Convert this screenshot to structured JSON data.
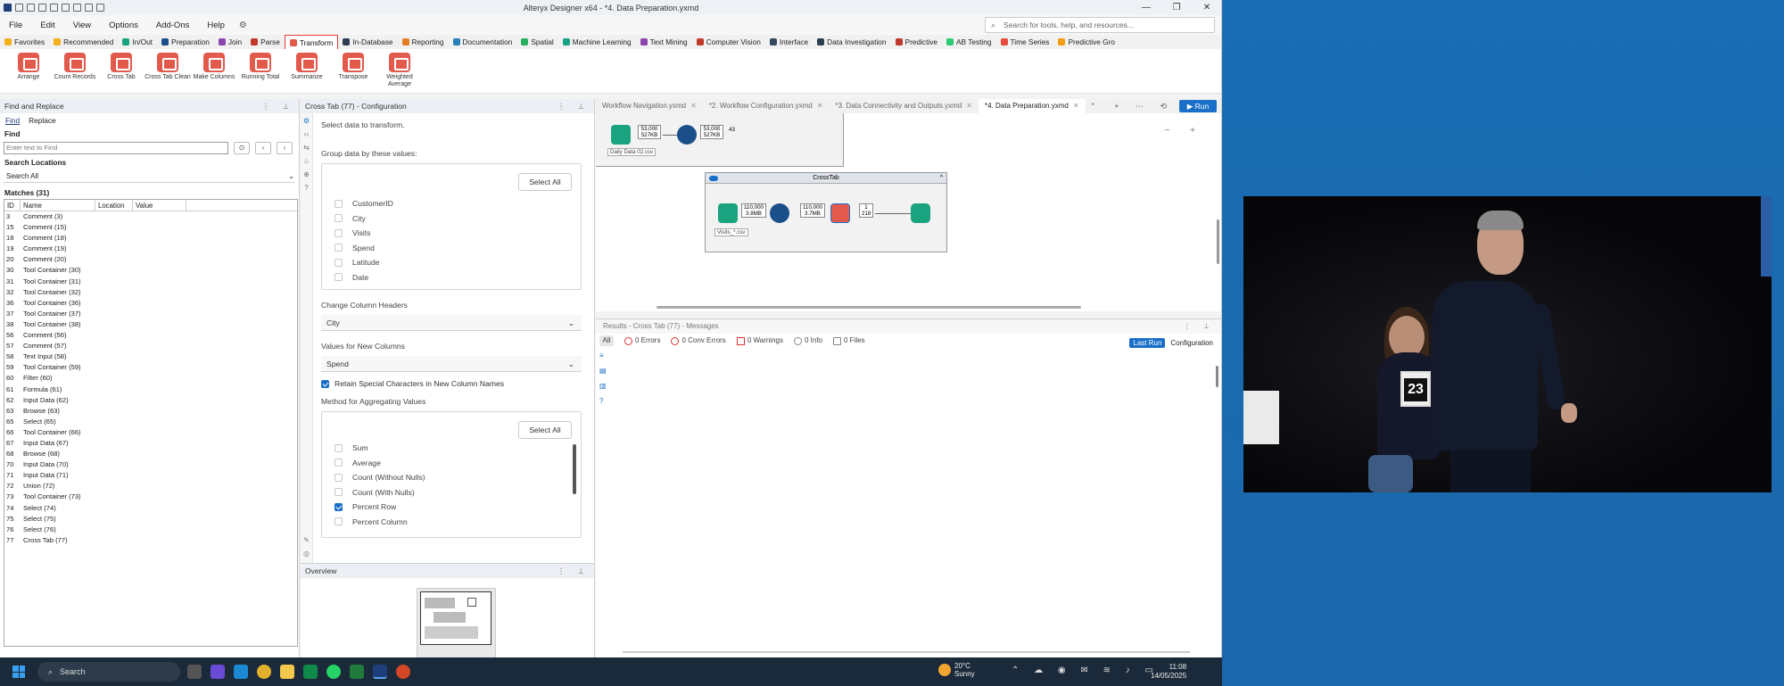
{
  "window": {
    "title": "Alteryx Designer x64 - *4. Data Preparation.yxmd"
  },
  "menu": {
    "items": [
      "File",
      "Edit",
      "View",
      "Options",
      "Add-Ons",
      "Help"
    ],
    "search_placeholder": "Search for tools, help, and resources..."
  },
  "ribbon_tabs": [
    {
      "label": "Favorites",
      "color": "#f2b01e"
    },
    {
      "label": "Recommended",
      "color": "#f2b01e"
    },
    {
      "label": "In/Out",
      "color": "#1aa37f"
    },
    {
      "label": "Preparation",
      "color": "#1b4f8a"
    },
    {
      "label": "Join",
      "color": "#8e44ad"
    },
    {
      "label": "Parse",
      "color": "#c0392b"
    },
    {
      "label": "Transform",
      "color": "#e25a4c",
      "active": true
    },
    {
      "label": "In-Database",
      "color": "#2c3e50"
    },
    {
      "label": "Reporting",
      "color": "#e67e22"
    },
    {
      "label": "Documentation",
      "color": "#2980b9"
    },
    {
      "label": "Spatial",
      "color": "#27ae60"
    },
    {
      "label": "Machine Learning",
      "color": "#16a085"
    },
    {
      "label": "Text Mining",
      "color": "#8e44ad"
    },
    {
      "label": "Computer Vision",
      "color": "#c0392b"
    },
    {
      "label": "Interface",
      "color": "#34495e"
    },
    {
      "label": "Data Investigation",
      "color": "#2c3e50"
    },
    {
      "label": "Predictive",
      "color": "#c0392b"
    },
    {
      "label": "AB Testing",
      "color": "#2ecc71"
    },
    {
      "label": "Time Series",
      "color": "#e74c3c"
    },
    {
      "label": "Predictive Gro",
      "color": "#f39c12"
    }
  ],
  "ribbon_tools": [
    "Arrange",
    "Count Records",
    "Cross Tab",
    "Cross Tab Clean",
    "Make Columns",
    "Running Total",
    "Summarize",
    "Transpose",
    "Weighted Average"
  ],
  "find_panel": {
    "title": "Find and Replace",
    "tab_find": "Find",
    "tab_replace": "Replace",
    "find_label": "Find",
    "find_placeholder": "Enter text to Find",
    "search_locations_label": "Search Locations",
    "search_locations_value": "Search All",
    "matches_label": "Matches (31)",
    "columns": [
      "ID",
      "Name",
      "Location",
      "Value"
    ],
    "rows": [
      [
        "3",
        "Comment (3)"
      ],
      [
        "15",
        "Comment (15)"
      ],
      [
        "18",
        "Comment (18)"
      ],
      [
        "19",
        "Comment (19)"
      ],
      [
        "20",
        "Comment (20)"
      ],
      [
        "30",
        "Tool Container (30)"
      ],
      [
        "31",
        "Tool Container (31)"
      ],
      [
        "32",
        "Tool Container (32)"
      ],
      [
        "36",
        "Tool Container (36)"
      ],
      [
        "37",
        "Tool Container (37)"
      ],
      [
        "38",
        "Tool Container (38)"
      ],
      [
        "56",
        "Comment (56)"
      ],
      [
        "57",
        "Comment (57)"
      ],
      [
        "58",
        "Text Input (58)"
      ],
      [
        "59",
        "Tool Container (59)"
      ],
      [
        "60",
        "Filter (60)"
      ],
      [
        "61",
        "Formula (61)"
      ],
      [
        "62",
        "Input Data (62)"
      ],
      [
        "63",
        "Browse (63)"
      ],
      [
        "65",
        "Select (65)"
      ],
      [
        "66",
        "Tool Container (66)"
      ],
      [
        "67",
        "Input Data (67)"
      ],
      [
        "68",
        "Browse (68)"
      ],
      [
        "70",
        "Input Data (70)"
      ],
      [
        "71",
        "Input Data (71)"
      ],
      [
        "72",
        "Union (72)"
      ],
      [
        "73",
        "Tool Container (73)"
      ],
      [
        "74",
        "Select (74)"
      ],
      [
        "75",
        "Select (75)"
      ],
      [
        "76",
        "Select (76)"
      ],
      [
        "77",
        "Cross Tab (77)"
      ]
    ]
  },
  "config": {
    "title": "Cross Tab (77) - Configuration",
    "intro": "Select data to transform.",
    "group_label": "Group data by these values:",
    "select_all": "Select All",
    "group_fields": [
      "CustomerID",
      "City",
      "Visits",
      "Spend",
      "Latitude",
      "Date"
    ],
    "headers_label": "Change Column Headers",
    "headers_value": "City",
    "values_label": "Values for New Columns",
    "values_value": "Spend",
    "retain_label": "Retain Special Characters in New Column Names",
    "method_label": "Method for Aggregating Values",
    "methods": [
      {
        "label": "Sum",
        "checked": false
      },
      {
        "label": "Average",
        "checked": false
      },
      {
        "label": "Count (Without Nulls)",
        "checked": false
      },
      {
        "label": "Count (With Nulls)",
        "checked": false
      },
      {
        "label": "Percent Row",
        "checked": true
      },
      {
        "label": "Percent Column",
        "checked": false
      }
    ]
  },
  "overview": {
    "title": "Overview"
  },
  "doc_tabs": [
    {
      "label": "Workflow Navigation.yxmd",
      "active": false
    },
    {
      "label": "*2. Workflow Configuration.yxmd",
      "active": false
    },
    {
      "label": "*3. Data Connectivity and Outputs.yxmd",
      "active": false
    },
    {
      "label": "*4. Data Preparation.yxmd",
      "active": true
    },
    {
      "label": "*",
      "active": false
    }
  ],
  "run_label": "Run",
  "canvas": {
    "top_input_label": "Daily Data 02.csv",
    "top_ann_1": "53,000 527KB",
    "top_ann_2": "53,000 527KB",
    "top_ann_3": "43",
    "container_title": "CrossTab",
    "ct_input_label": "Visits_*.csv",
    "ct_ann_1": "110,000 3.8MB",
    "ct_ann_2": "110,000 3.7MB",
    "ct_ann_3": "1 218"
  },
  "results": {
    "title": "Results - Cross Tab (77) - Messages",
    "all": "All",
    "errors": "0 Errors",
    "conv_errors": "0 Conv Errors",
    "warnings": "0 Warnings",
    "info": "0 Info",
    "files": "0 Files",
    "last_run": "Last Run",
    "configuration": "Configuration"
  },
  "taskbar": {
    "search": "Search",
    "temp": "20°C",
    "weather": "Sunny",
    "time": "11:08",
    "date": "14/05/2025"
  },
  "video": {
    "card_number": "23"
  }
}
